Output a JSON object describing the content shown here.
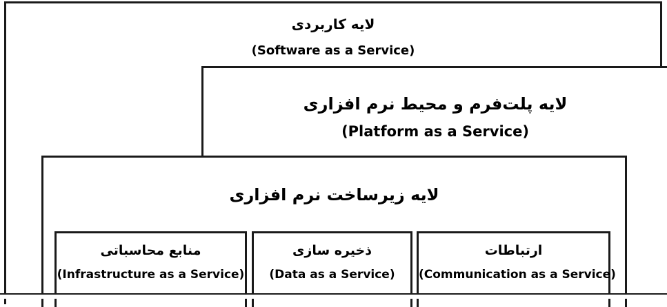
{
  "layers": {
    "application": {
      "title_fa": "لایه کاربردی",
      "title_en": "(Software as a Service)"
    },
    "platform": {
      "title_fa": "لایه پلت‌فرم و محیط نرم افزاری",
      "title_en": "(Platform as a Service)"
    },
    "infrastructure": {
      "title_fa": "لایه زیرساخت نرم افزاری",
      "cells": [
        {
          "title_fa": "منابع محاسباتی",
          "title_en": "(Infrastructure as a Service)"
        },
        {
          "title_fa": "ذخیره سازی",
          "title_en": "(Data as a Service)"
        },
        {
          "title_fa": "ارتباطات",
          "title_en": "(Communication as a Service)"
        }
      ]
    }
  },
  "colors": {
    "border": "#1a1a1a",
    "background": "#ffffff",
    "text": "#000000"
  }
}
